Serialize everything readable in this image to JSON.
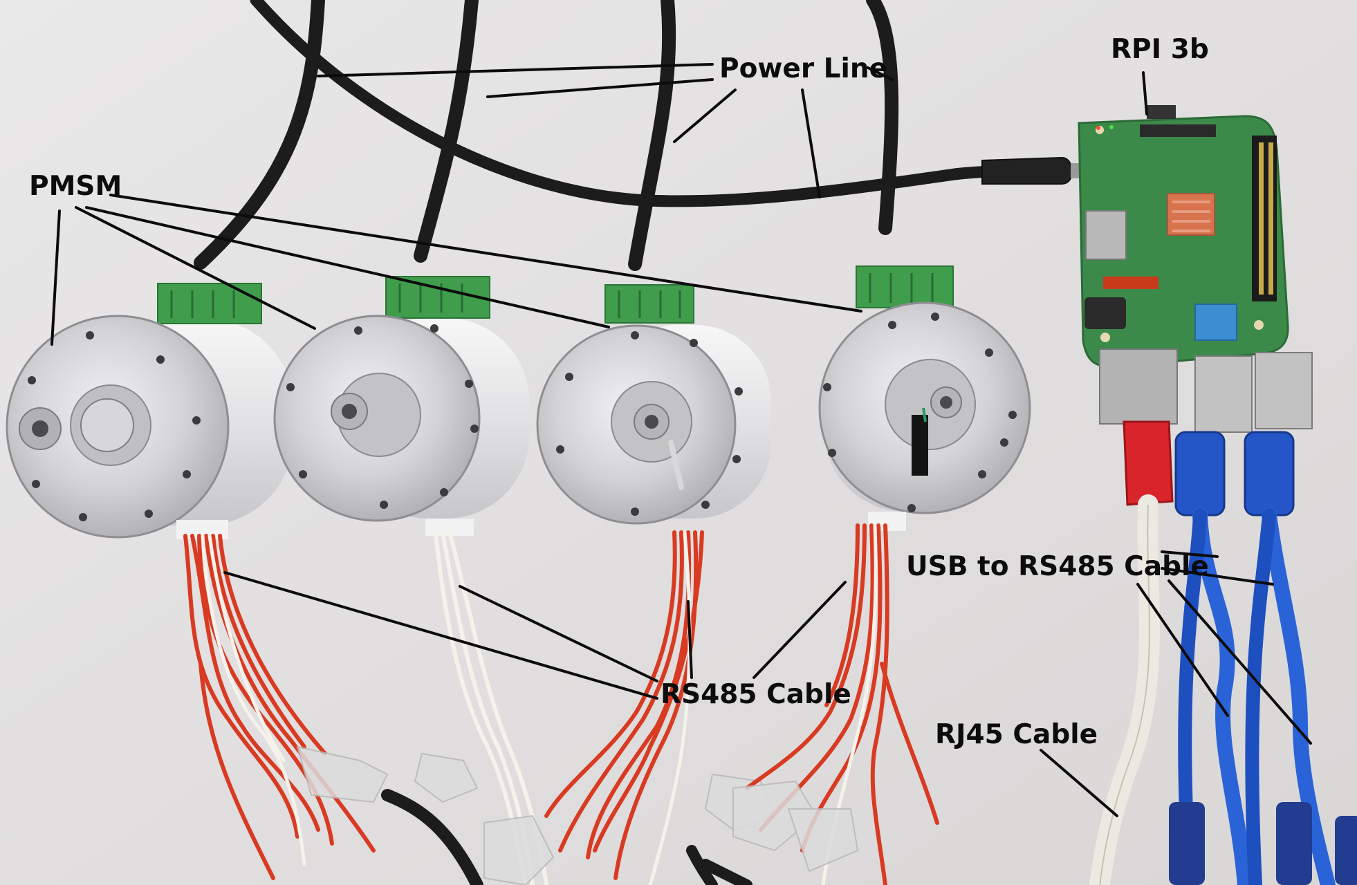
{
  "image": {
    "kind": "photograph",
    "background_color": "#e6e4e4"
  },
  "labels": {
    "rpi": "RPI 3b",
    "power_line": "Power Line",
    "pmsm": "PMSM",
    "usb_rs485": "USB to RS485 Cable",
    "rs485": "RS485 Cable",
    "rj45": "RJ45 Cable"
  },
  "colors": {
    "board_green": "#3c8a4a",
    "motor_silver": "#c9c9cb",
    "terminal_green": "#3f9d4c",
    "wire_red": "#d83a22",
    "usb_blue": "#2456c8",
    "power_cable_black": "#1c1c1c",
    "ethernet_red": "#d8242a",
    "ethernet_cable_white": "#ece9e1"
  }
}
